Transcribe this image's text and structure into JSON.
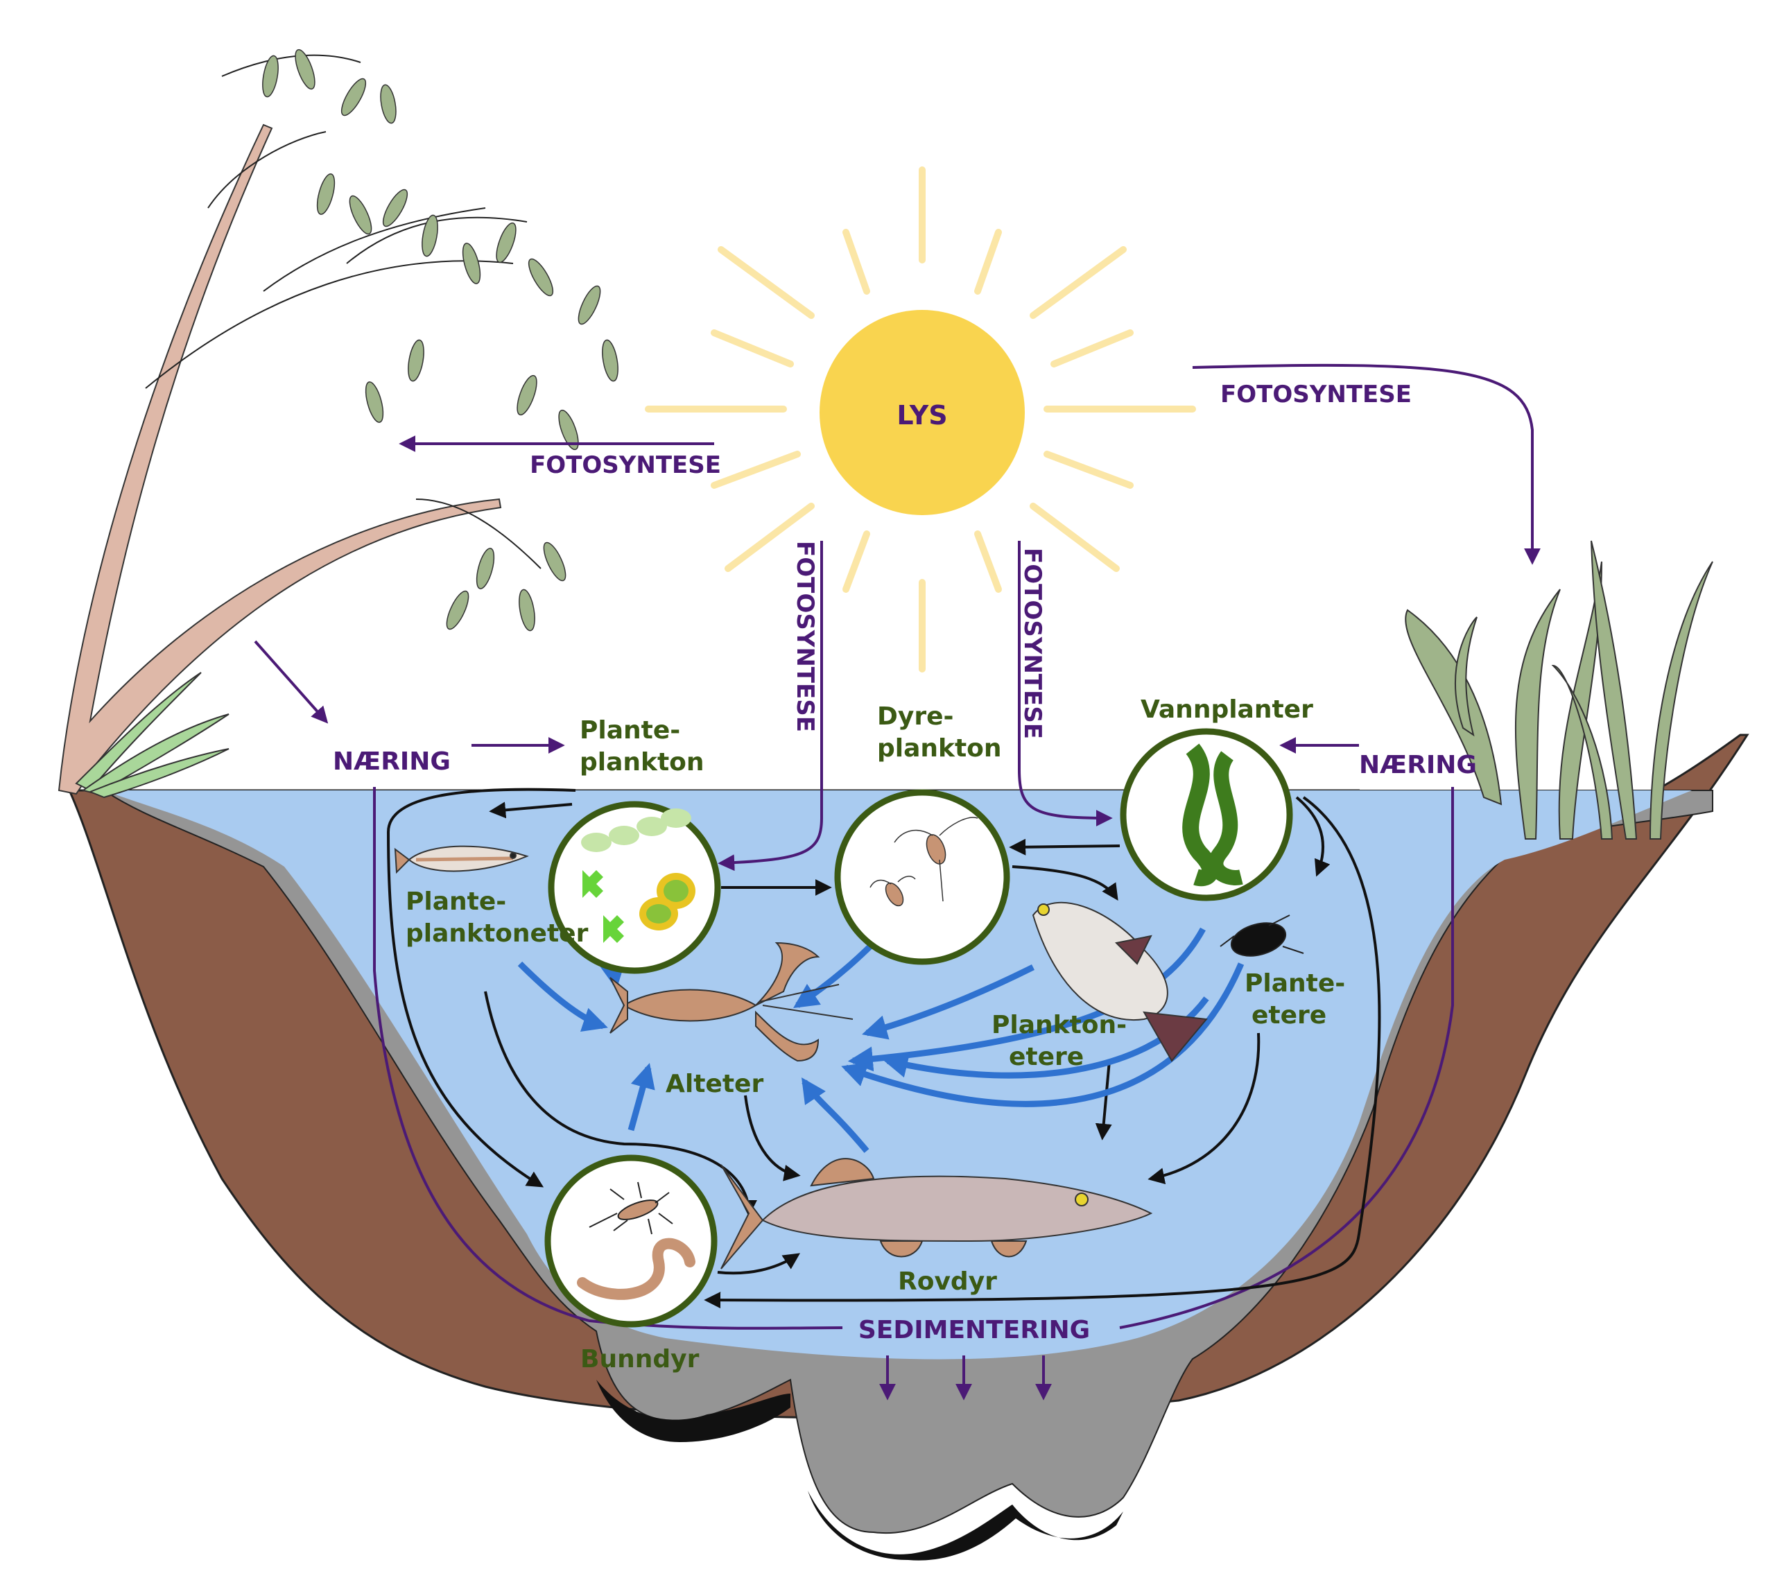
{
  "sun": {
    "label": "LYS"
  },
  "processes": {
    "photosynthesis_left": "FOTOSYNTESE",
    "photosynthesis_right": "FOTOSYNTESE",
    "photosynthesis_down_left": "FOTOSYNTESE",
    "photosynthesis_down_right": "FOTOSYNTESE",
    "nutrients_left": "NÆRING",
    "nutrients_right": "NÆRING",
    "sedimentation": "SEDIMENTERING"
  },
  "organisms": {
    "phytoplankton": [
      "Plante-",
      "plankton"
    ],
    "zooplankton": [
      "Dyre-",
      "plankton"
    ],
    "aquatic_plants": [
      "Vannplanter"
    ],
    "phytoplankton_eaters": [
      "Plante-",
      "planktoneter"
    ],
    "plankton_eaters": [
      "Plankton-",
      "etere"
    ],
    "herbivores": [
      "Plante-",
      "etere"
    ],
    "omnivores": [
      "Alteter"
    ],
    "predators": [
      "Rovdyr"
    ],
    "benthos": [
      "Bunndyr"
    ]
  },
  "colors": {
    "sun": "#f9d44f",
    "sun_rays": "#fbe6a6",
    "water": "#a9cbf0",
    "sediment": "#959595",
    "soil": "#8b5c48",
    "purple_arrow": "#4b1a76",
    "blue_arrow": "#2f72d0",
    "circle_border": "#3b5a14"
  }
}
